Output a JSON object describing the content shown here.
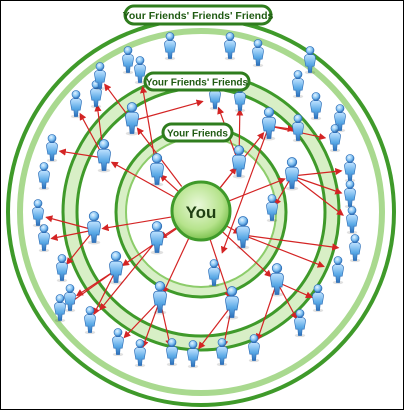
{
  "center_label": "You",
  "ring_labels": {
    "friends": "Your Friends",
    "friends_friends": "Your Friends' Friends",
    "friends_friends_friends": "Your Friends' Friends' Friends"
  },
  "colors": {
    "ring_dark": "#3f9a2a",
    "ring_light": "#d8efc6",
    "ring_mid": "#8ccc6a",
    "band_pale": "#eaf7df",
    "center_fill": "#b6e38c",
    "label_bg": "#ffffff",
    "label_border": "#2f7d1e",
    "label_text": "#1f5a12",
    "person_blue": "#5aa9e6",
    "person_dark": "#2e6fb8",
    "connector_red": "#d42424"
  },
  "icons": {
    "person": "person-icon",
    "connector": "red-arrow"
  }
}
